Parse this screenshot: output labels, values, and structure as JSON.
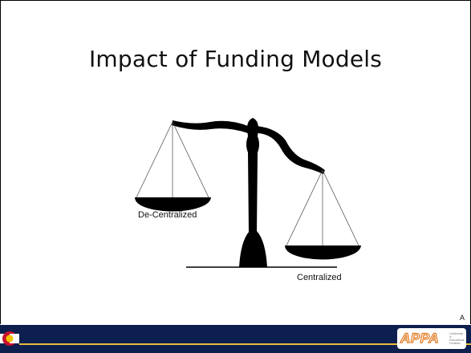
{
  "slide": {
    "title": "Impact of Funding Models",
    "slide_letter": "A"
  },
  "diagram": {
    "left_pan_label": "De-Centralized",
    "right_pan_label": "Centralized",
    "scale_color": "#000000"
  },
  "footer": {
    "band_color": "#0d1f4f",
    "stripe_color": "#e9b93a",
    "logo_text": "APPA",
    "logo_accent_color": "#e0771c",
    "logo_tagline": "Leadership in Educational Facilities"
  }
}
